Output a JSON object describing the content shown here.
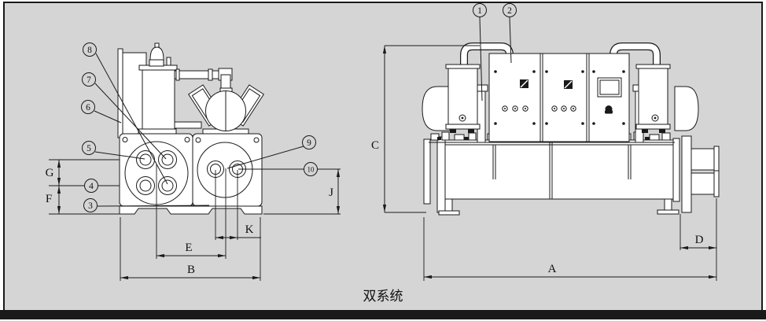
{
  "page": {
    "background_color": "#d5d5d5",
    "line_color": "#1a1a1a",
    "frame_color": "#000000"
  },
  "caption": "双系统",
  "callouts": {
    "c1": "1",
    "c2": "2",
    "c3": "3",
    "c4": "4",
    "c5": "5",
    "c6": "6",
    "c7": "7",
    "c8": "8",
    "c9": "9",
    "c10": "10"
  },
  "dimensions": {
    "A": "A",
    "B": "B",
    "C": "C",
    "D": "D",
    "E": "E",
    "F": "F",
    "G": "G",
    "J": "J",
    "K": "K"
  }
}
